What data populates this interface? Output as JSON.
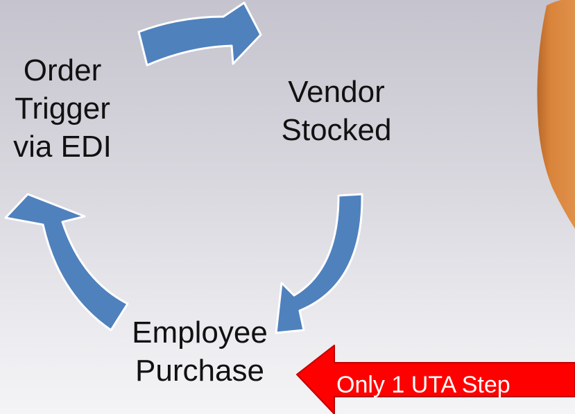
{
  "diagram": {
    "nodes": [
      {
        "id": "order-trigger",
        "lines": [
          "Order",
          "Trigger",
          "via EDI"
        ]
      },
      {
        "id": "vendor-stocked",
        "lines": [
          "Vendor",
          "Stocked"
        ]
      },
      {
        "id": "employee-purchase",
        "lines": [
          "Employee",
          "Purchase"
        ]
      }
    ],
    "edges": [
      {
        "from": "order-trigger",
        "to": "vendor-stocked"
      },
      {
        "from": "vendor-stocked",
        "to": "employee-purchase"
      },
      {
        "from": "employee-purchase",
        "to": "order-trigger"
      }
    ]
  },
  "callout": {
    "label": "Only 1 UTA Step",
    "points_to": "employee-purchase"
  },
  "colors": {
    "cycle_arrow": "#4f81bd",
    "cycle_arrow_outline": "#ffffff",
    "callout_fill": "#ff0000",
    "callout_outline": "#c00000",
    "cylinder": "#d9843b",
    "cylinder_dark": "#b8682a",
    "text": "#111111",
    "callout_text": "#ffffff"
  }
}
